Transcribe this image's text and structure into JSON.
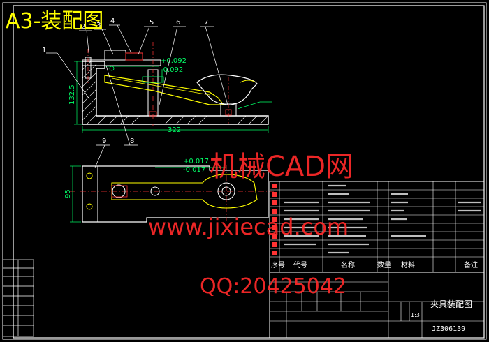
{
  "title": "A3-装配图",
  "callouts": [
    "1",
    "2",
    "3",
    "4",
    "5",
    "6",
    "7",
    "8",
    "9"
  ],
  "dimensions": {
    "top_tol_upper": "+0.092",
    "top_tol_lower": "-0.092",
    "top_height": "132.5",
    "top_width": "322",
    "bottom_tol_upper": "+0.017",
    "bottom_tol_lower": "-0.017",
    "bottom_height": "95"
  },
  "parts_table": {
    "rows": [
      {
        "no": "",
        "code": "",
        "name": "",
        "qty": "",
        "material": "",
        "note": ""
      },
      {
        "no": "",
        "code": "",
        "name": "",
        "qty": "",
        "material": "",
        "note": ""
      },
      {
        "no": "",
        "code": "",
        "name": "",
        "qty": "",
        "material": "",
        "note": ""
      },
      {
        "no": "",
        "code": "",
        "name": "",
        "qty": "",
        "material": "",
        "note": ""
      },
      {
        "no": "",
        "code": "",
        "name": "",
        "qty": "",
        "material": "",
        "note": ""
      },
      {
        "no": "",
        "code": "",
        "name": "",
        "qty": "",
        "material": "",
        "note": ""
      },
      {
        "no": "",
        "code": "",
        "name": "",
        "qty": "",
        "material": "",
        "note": ""
      },
      {
        "no": "",
        "code": "",
        "name": "",
        "qty": "",
        "material": "",
        "note": ""
      },
      {
        "no": "",
        "code": "",
        "name": "",
        "qty": "",
        "material": "",
        "note": ""
      }
    ],
    "headers": {
      "no": "序号",
      "code": "代号",
      "name": "名称",
      "qty": "数量",
      "material": "材料",
      "note": "备注"
    }
  },
  "title_block": {
    "drawing_name": "夹具装配图",
    "scale": "1:3",
    "code": "JZ306139"
  },
  "watermark": {
    "line1": "机械CAD网",
    "line2": "www.jixiecad.com",
    "line3": "QQ:20425042"
  }
}
